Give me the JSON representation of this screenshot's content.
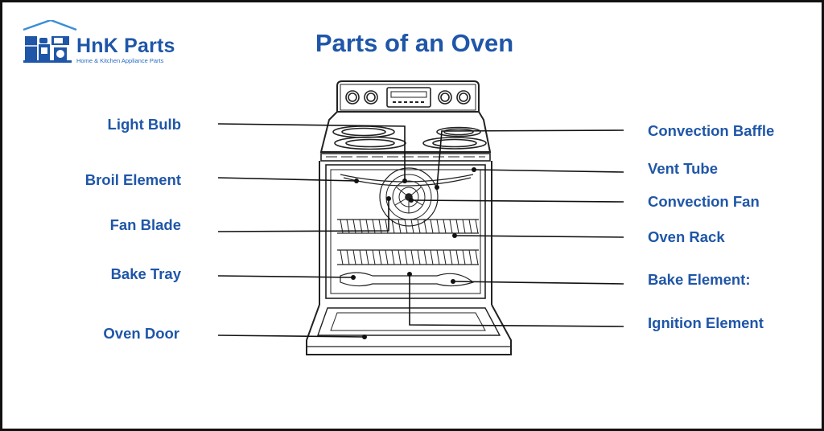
{
  "logo": {
    "name": "HnK Parts",
    "tagline": "Home & Kitchen Appliance Parts"
  },
  "title": "Parts of an Oven",
  "colors": {
    "accent": "#1f56a8",
    "line": "#111111"
  },
  "labels": {
    "left": [
      "Light Bulb",
      "Broil Element",
      "Fan Blade",
      "Bake Tray",
      "Oven Door"
    ],
    "right": [
      "Convection Baffle",
      "Vent Tube",
      "Convection Fan",
      "Oven Rack",
      "Bake Element:",
      "Ignition Element"
    ]
  }
}
